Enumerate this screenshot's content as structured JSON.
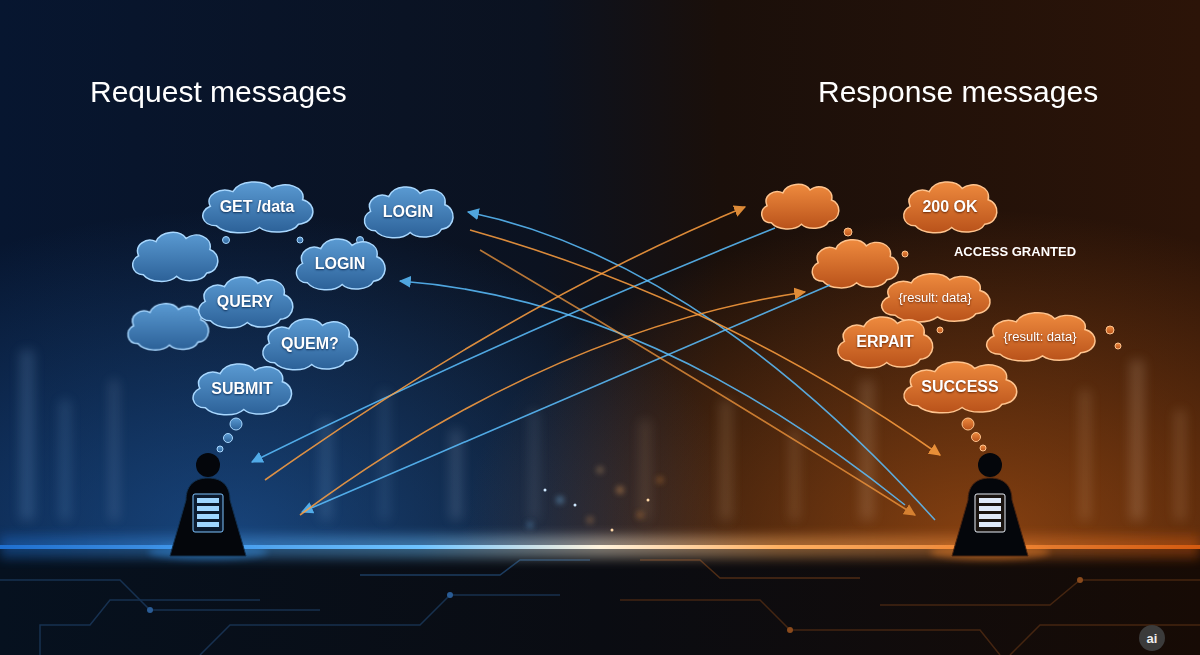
{
  "diagram": {
    "nodes": [
      {
        "text": [
          "GET /data"
        ]
      },
      {
        "text": [
          "LOGIN"
        ]
      },
      {
        "text": [
          "LOGIN"
        ]
      },
      {
        "text": [
          "QUERY"
        ]
      },
      {
        "text": [
          "QUEM?"
        ]
      },
      {
        "text": [
          "SUBMIT"
        ]
      },
      {
        "text": [
          "200 OK"
        ]
      },
      {
        "text": [
          "{result: data}"
        ]
      },
      {
        "text": [
          "{result: data}"
        ]
      },
      {
        "text": [
          "ERPAIT"
        ]
      },
      {
        "text": [
          "SUCCESS"
        ]
      }
    ],
    "labels": [
      "Request messages",
      "Response messages",
      "ACCESS GRANTED",
      "ai"
    ]
  }
}
